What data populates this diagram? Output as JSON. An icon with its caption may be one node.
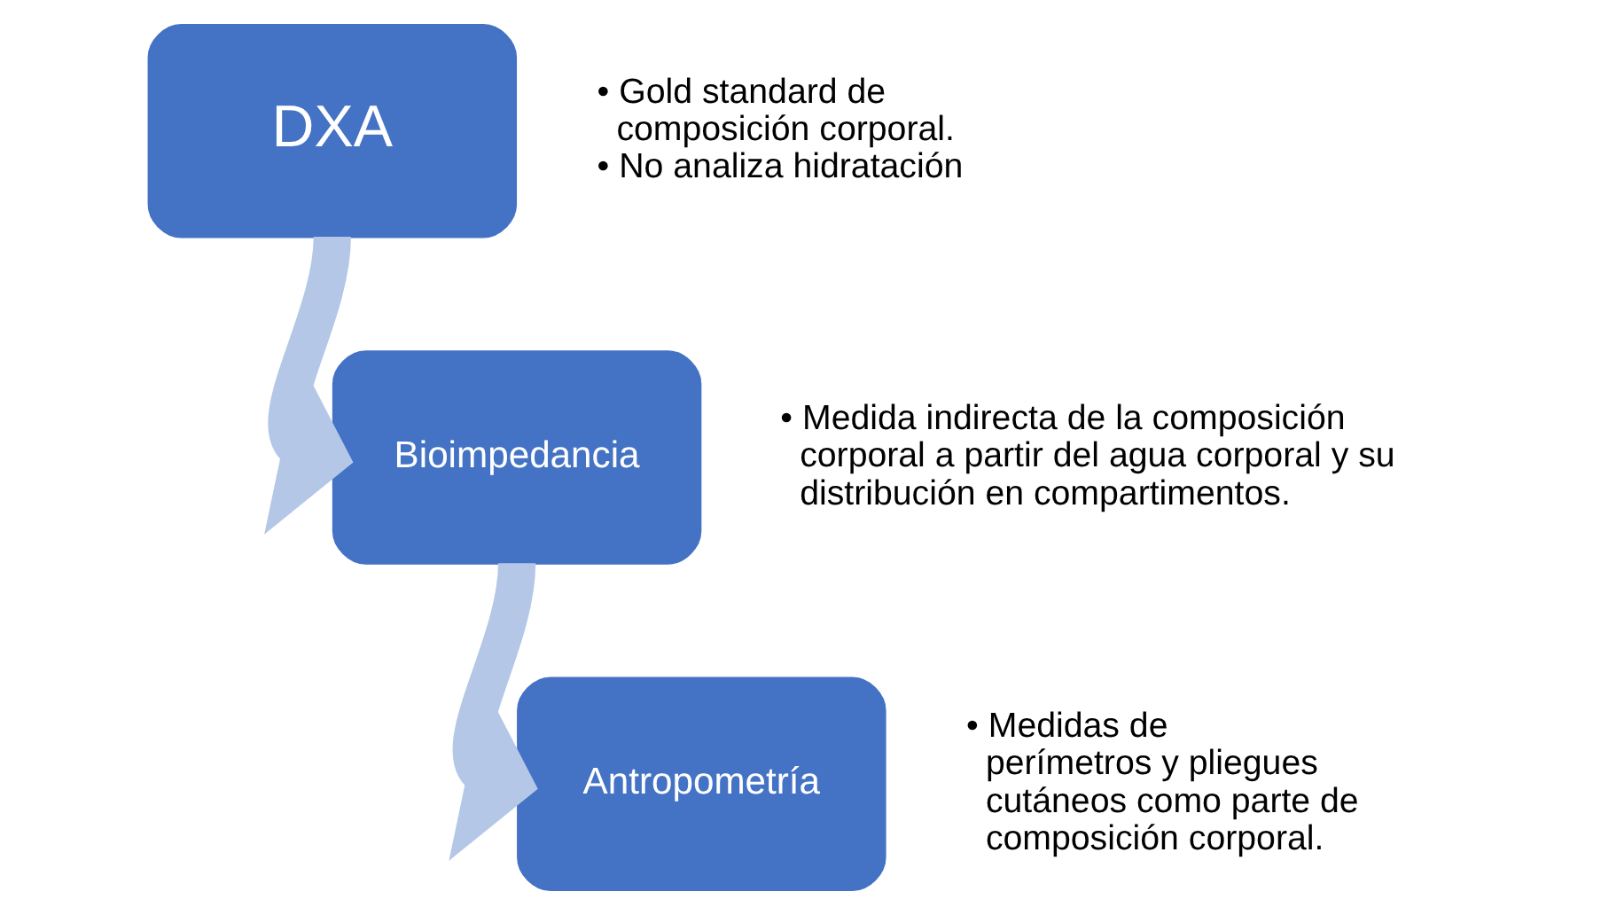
{
  "diagram": {
    "nodes": [
      {
        "text": [
          "DXA"
        ],
        "beside": [
          "• Gold standard de composición corporal.",
          "• No analiza hidratación"
        ]
      },
      {
        "text": [
          "Bioimpedancia"
        ],
        "beside": [
          "• Medida indirecta de la composición corporal a partir del agua corporal y su distribución en compartimentos."
        ]
      },
      {
        "text": [
          "Antropometría"
        ],
        "beside": [
          "• Medidas de perímetros y pliegues cutáneos como parte de composición corporal."
        ]
      }
    ],
    "edges": [
      {
        "from": 0,
        "to": 1,
        "arrow": "to"
      },
      {
        "from": 1,
        "to": 2,
        "arrow": "to"
      }
    ]
  }
}
